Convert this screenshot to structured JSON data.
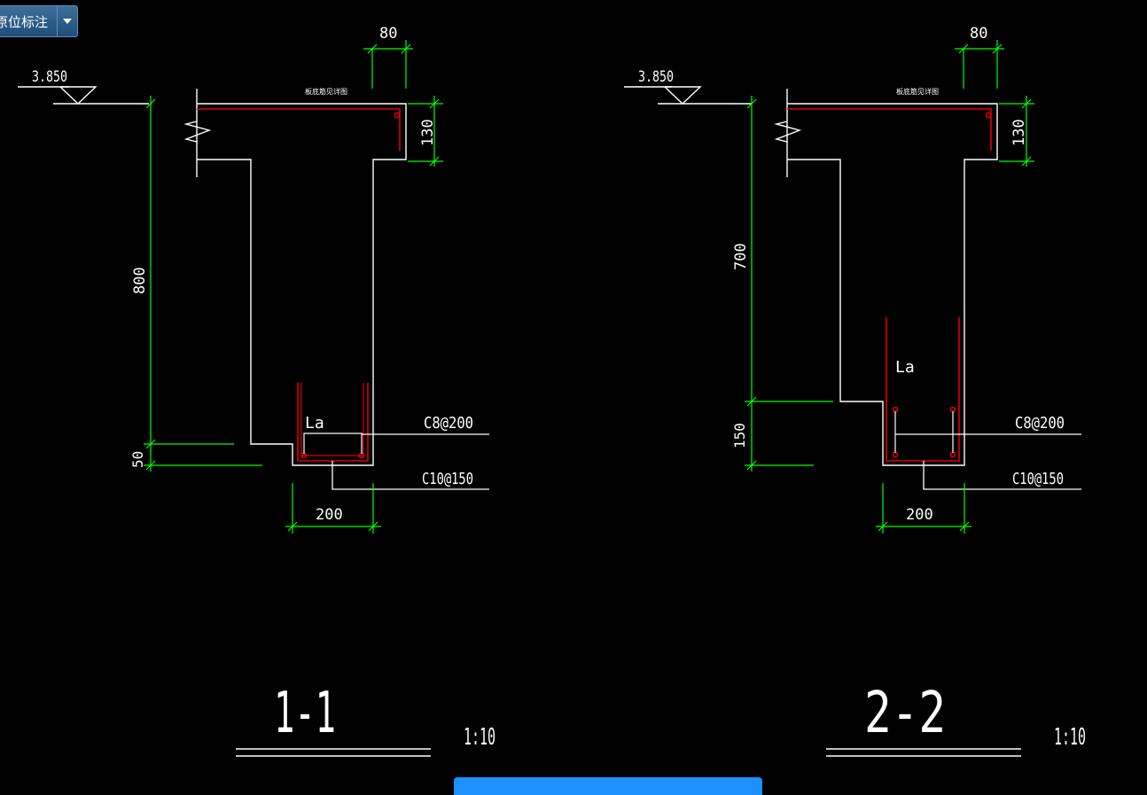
{
  "toolbar": {
    "label": "原位标注",
    "dropdown_icon": "chevron-down-icon"
  },
  "colors": {
    "background": "#000000",
    "outline": "#ffffff",
    "dimension": "#00ff00",
    "rebar": "#e00000"
  },
  "sections": [
    {
      "elevation": "3.850",
      "flange_note": "板底筋见详图",
      "dim_top": "80",
      "dim_flange": "130",
      "dim_height": "800",
      "dim_bottom": "50",
      "dim_width": "200",
      "anchor": "La",
      "stirrup": "C8@200",
      "bottom_bar": "C10@150",
      "title": "1-1",
      "scale": "1:10"
    },
    {
      "elevation": "3.850",
      "flange_note": "板底筋见详图",
      "dim_top": "80",
      "dim_flange": "130",
      "dim_height": "700",
      "dim_bottom": "150",
      "dim_width": "200",
      "anchor": "La",
      "stirrup": "C8@200",
      "bottom_bar": "C10@150",
      "title": "2-2",
      "scale": "1:10"
    }
  ]
}
